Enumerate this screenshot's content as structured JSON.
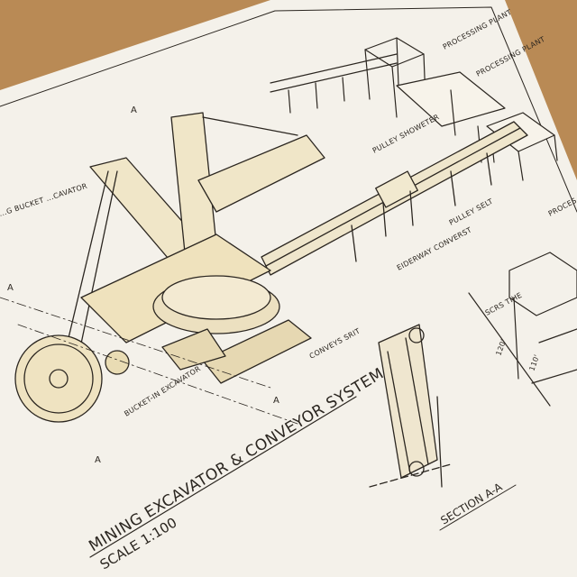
{
  "drawing": {
    "title": "MINING EXCAVATOR & CONVEYOR SYSTEM",
    "scale": "SCALE 1:100",
    "section_title": "SECTION A-A",
    "section_marker": "A",
    "labels": {
      "bucket_wheel": "...G BUCKET ...CAVATOR",
      "bucket_in": "BUCKET-IN EXCAVATOR",
      "conveys": "CONVEYS SRIT",
      "pulley_shower": "PULLEY SHOWETER",
      "pulley_belt": "PULLEY SELT",
      "eiderway": "EIDERWAY CONVERST",
      "processing_plant_1": "PROCESSING PLANT",
      "processing_plant_2": "PROCESSING PLANT",
      "processing_plant_3": "PROCES... PLANT...",
      "screw_line": "SCRS TIHE",
      "dim_height": "120'",
      "dim_base": "110'"
    },
    "colors": {
      "wood": "#b98a55",
      "paper": "#f4f1ea",
      "ink": "#2b2620",
      "wash": "#e9dcb4"
    }
  }
}
